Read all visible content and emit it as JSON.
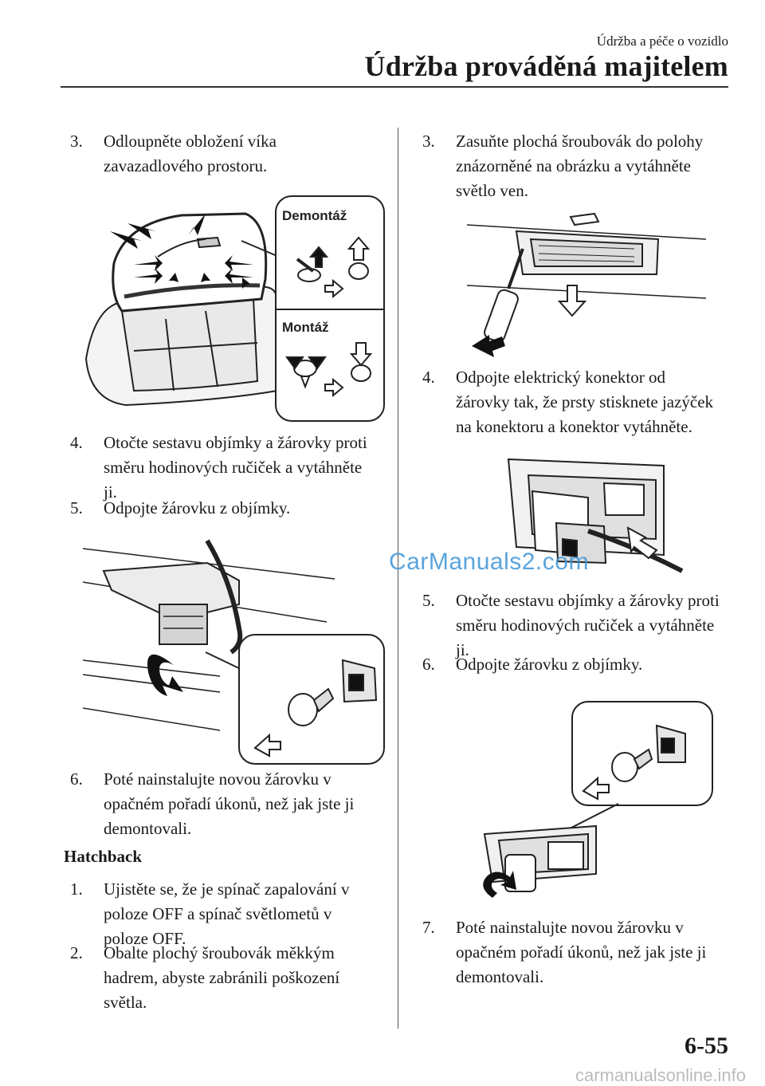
{
  "header": {
    "section": "Údržba a péče o vozidlo",
    "title": "Údržba prováděná majitelem"
  },
  "left": {
    "step3": {
      "num": "3.",
      "lines": [
        "Odloupněte obložení víka",
        "zavazadlového prostoru."
      ]
    },
    "fig1": {
      "label_remove": "Demontáž",
      "label_install": "Montáž"
    },
    "step4": {
      "num": "4.",
      "lines": [
        "Otočte sestavu objímky a žárovky proti",
        "směru hodinových ručiček a vytáhněte",
        "ji."
      ]
    },
    "step5": {
      "num": "5.",
      "lines": [
        "Odpojte žárovku z objímky."
      ]
    },
    "step6": {
      "num": "6.",
      "lines": [
        "Poté nainstalujte novou žárovku v",
        "opačném pořadí úkonů, než jak jste ji",
        "demontovali."
      ]
    },
    "subhead": "Hatchback",
    "hb1": {
      "num": "1.",
      "lines": [
        "Ujistěte se, že je spínač zapalování v",
        "poloze OFF a spínač světlometů v",
        "poloze OFF."
      ]
    },
    "hb2": {
      "num": "2.",
      "lines": [
        "Obalte plochý šroubovák měkkým",
        "hadrem, abyste zabránili poškození",
        "světla."
      ]
    }
  },
  "right": {
    "step3": {
      "num": "3.",
      "lines": [
        "Zasuňte plochá šroubovák do polohy",
        "znázorněné na obrázku a vytáhněte",
        "světlo ven."
      ]
    },
    "step4": {
      "num": "4.",
      "lines": [
        "Odpojte elektrický konektor od",
        "žárovky tak, že prsty stisknete jazýček",
        "na konektoru a konektor vytáhněte."
      ]
    },
    "step5": {
      "num": "5.",
      "lines": [
        "Otočte sestavu objímky a žárovky proti",
        "směru hodinových ručiček a vytáhněte",
        "ji."
      ]
    },
    "step6": {
      "num": "6.",
      "lines": [
        "Odpojte žárovku z objímky."
      ]
    },
    "step7": {
      "num": "7.",
      "lines": [
        "Poté nainstalujte novou žárovku v",
        "opačném pořadí úkonů, než jak jste ji",
        "demontovali."
      ]
    }
  },
  "watermark": "CarManuals2.com",
  "page_number": "6-55",
  "footer_watermark": "carmanualsonline.info"
}
